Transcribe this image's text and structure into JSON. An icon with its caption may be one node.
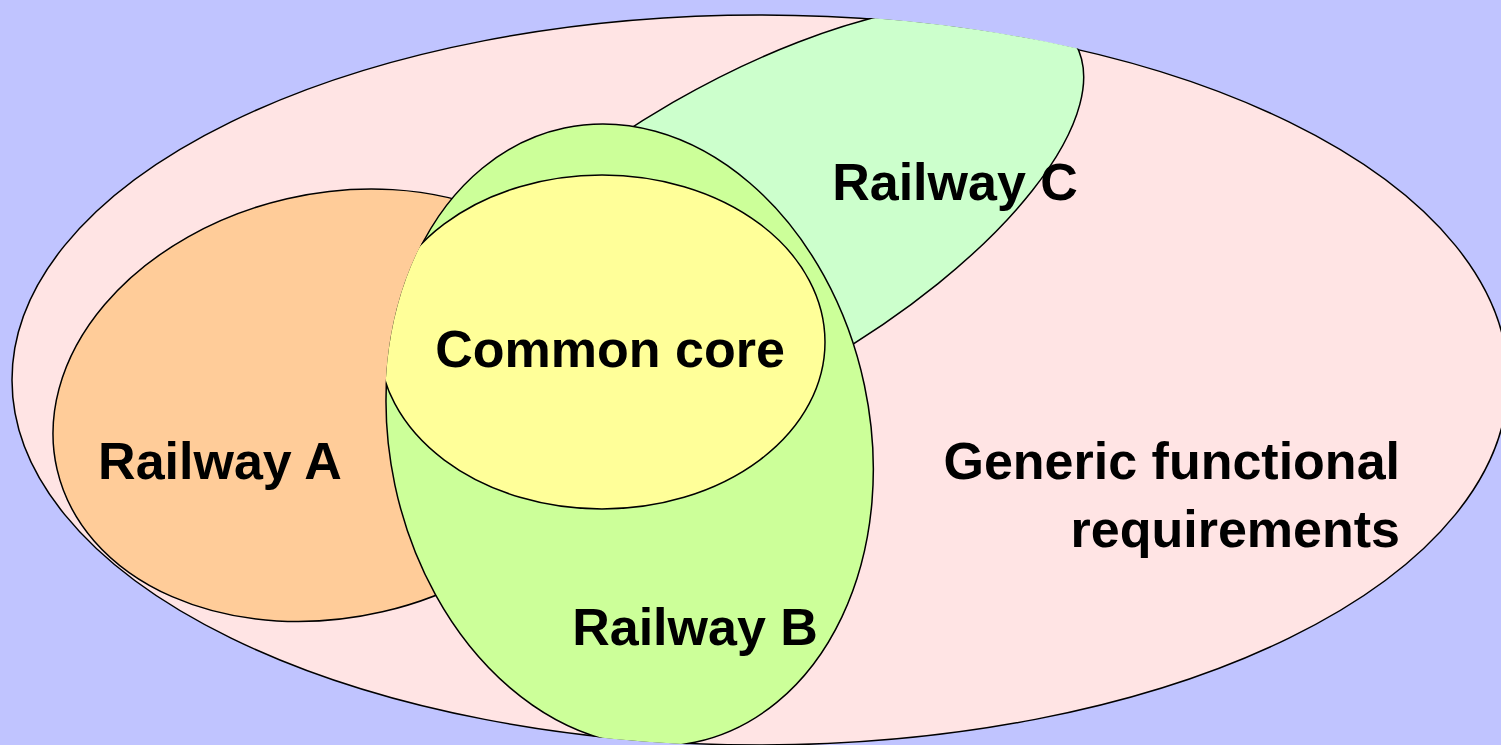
{
  "diagram": {
    "nodes": [
      {
        "text": [
          "Generic functional requirements"
        ]
      },
      {
        "text": [
          "Railway C"
        ],
        "in": 0
      },
      {
        "text": [
          "Common core"
        ],
        "in": 4
      },
      {
        "text": [
          "Railway A"
        ],
        "in": 0
      },
      {
        "text": [
          "Railway B"
        ],
        "in": 0
      }
    ]
  }
}
